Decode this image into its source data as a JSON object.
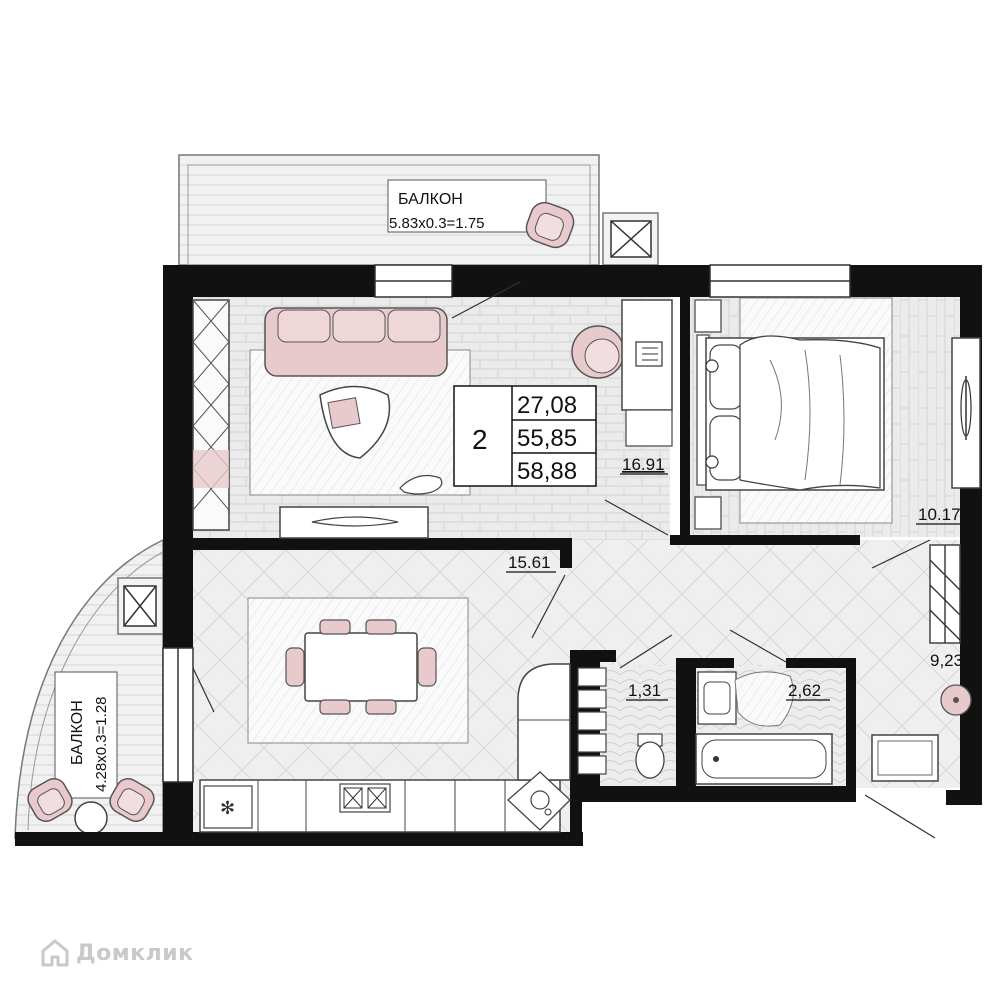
{
  "balcony_top": {
    "label": "БАЛКОН",
    "formula": "5.83x0.3=1.75"
  },
  "balcony_left": {
    "label": "БАЛКОН",
    "formula": "4.28x0.3=1.28"
  },
  "summary": {
    "rooms": "2",
    "living_area": "27,08",
    "total_area": "55,85",
    "total_with_balcony": "58,88"
  },
  "rooms": {
    "living_room": "16.91",
    "bedroom": "10.17",
    "kitchen_dining": "15.61",
    "hallway": "9,23",
    "toilet": "1,31",
    "bathroom": "2,62"
  },
  "watermark": {
    "text": "Домклик"
  },
  "colors": {
    "wall": "#111111",
    "floor_wood": "#e9e9e9",
    "floor_tile": "#efefef",
    "accent_furniture": "#e8c9cc"
  }
}
